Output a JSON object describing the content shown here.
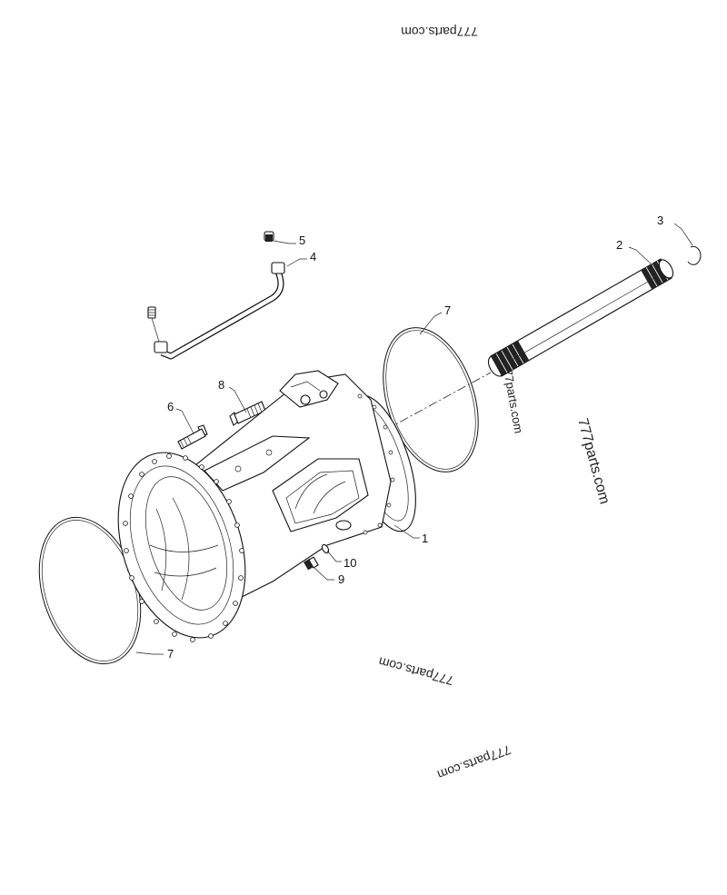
{
  "callouts": {
    "c1": "1",
    "c2": "2",
    "c3": "3",
    "c4": "4",
    "c5": "5",
    "c6": "6",
    "c7_top": "7",
    "c7_bottom": "7",
    "c8": "8",
    "c9": "9",
    "c10": "10"
  },
  "watermarks": {
    "w1": "777parts.com",
    "w2": "777parts.com",
    "w3": "777parts.com",
    "w4": "777parts.com",
    "w5": "777parts.com"
  }
}
